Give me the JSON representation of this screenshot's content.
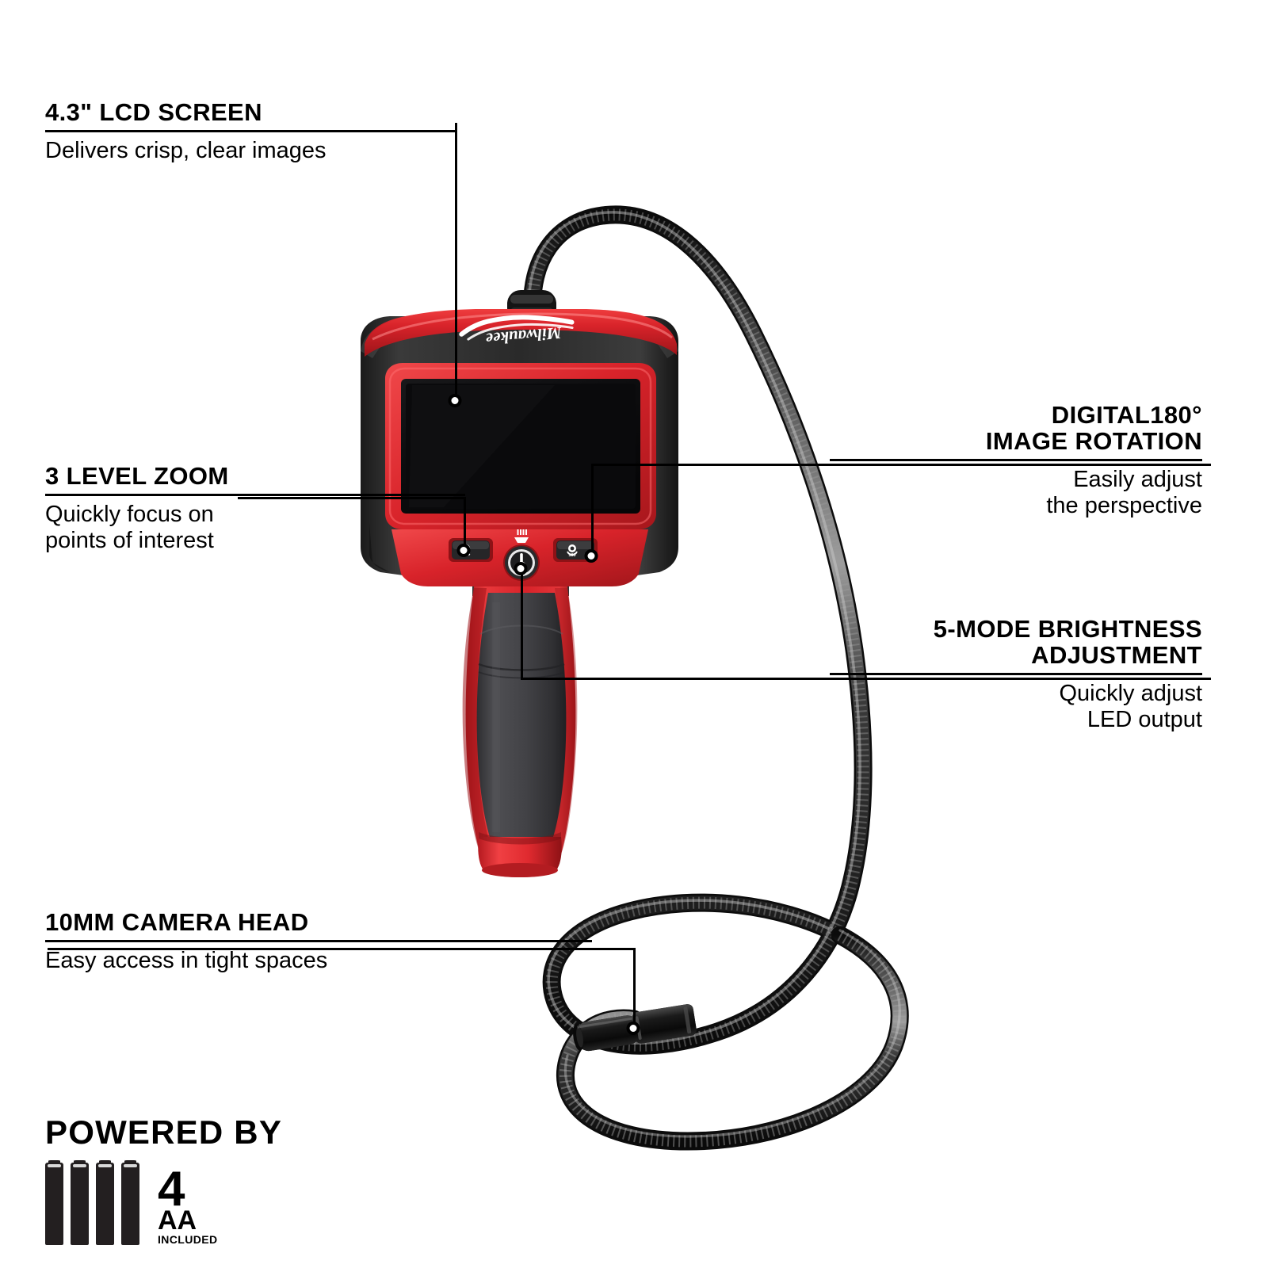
{
  "product": {
    "brand": "Milwaukee",
    "type": "inspection-camera",
    "colors": {
      "brand_red": "#d8232a",
      "body_dark": "#2b2b2b",
      "grip_gray": "#4a4a4d",
      "screen_black": "#0d0d0d",
      "cable_black": "#1c1c1c",
      "text_black": "#000000",
      "page_background": "#ffffff"
    }
  },
  "callouts": [
    {
      "id": "lcd-screen",
      "title": "4.3\" LCD SCREEN",
      "desc": "Delivers crisp, clear images",
      "align": "left"
    },
    {
      "id": "three-level-zoom",
      "title": "3 LEVEL ZOOM",
      "desc": "Quickly focus on\npoints of interest",
      "align": "left"
    },
    {
      "id": "camera-head",
      "title": "10MM CAMERA HEAD",
      "desc": "Easy access in tight spaces",
      "align": "left"
    },
    {
      "id": "image-rotation",
      "title": "DIGITAL180°\nIMAGE ROTATION",
      "desc": "Easily adjust\nthe perspective",
      "align": "right"
    },
    {
      "id": "brightness-adjustment",
      "title": "5-MODE BRIGHTNESS\nADJUSTMENT",
      "desc": "Quickly adjust\nLED output",
      "align": "right"
    }
  ],
  "powered_by": {
    "title": "POWERED BY",
    "count": "4",
    "size": "AA",
    "note": "INCLUDED",
    "battery_quantity": 4
  },
  "device_controls": [
    {
      "id": "zoom-button",
      "icon": "magnifier-icon",
      "position": "left"
    },
    {
      "id": "power-led-button",
      "icon": "power-led-icon",
      "position": "center"
    },
    {
      "id": "rotation-button",
      "icon": "rotate-180-icon",
      "position": "right"
    },
    {
      "id": "led-lamp-indicator",
      "icon": "lamp-icon",
      "position": "center-top"
    }
  ]
}
